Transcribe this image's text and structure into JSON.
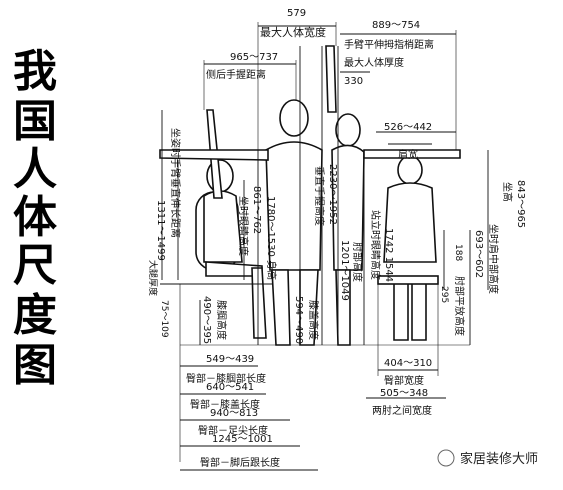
{
  "title": [
    "我",
    "国",
    "人",
    "体",
    "尺",
    "度",
    "图"
  ],
  "labels": {
    "max_body_width_value": "579",
    "max_body_width": "最大人体宽度",
    "side_arm_reach_value": "965～737",
    "side_arm_reach": "侧后手握距离",
    "arm_span_value": "889～754",
    "arm_span": "手臂平伸拇指梢距离",
    "max_body_thickness": "最大人体厚度",
    "thickness_value": "330",
    "shoulder_width_value": "526～442",
    "shoulder_width": "肩宽",
    "seated_reach_value": "1311～1499",
    "seated_reach": "坐姿时手臂垂直伸长距离",
    "seated_eye_value": "1780～1530 身高",
    "seated_eye_height": "坐时眼睛高度",
    "seated_eye_range": "861～762",
    "standing_reach_value": "2230～1952",
    "standing_reach": "垂直手握高度",
    "shoulder_height_value": "1201～1049",
    "shoulder_height": "肘部高度",
    "standing_eye_value": "1742 1544",
    "standing_eye": "站立时眼睛高度",
    "seated_shoulder_value": "693～602",
    "seated_shoulder": "坐时肩中部高度",
    "seated_height_value": "843～965",
    "seated_height": "坐高",
    "thigh_value": "188",
    "thigh_height": "肘部平放高度",
    "elbow_value": "295",
    "seat_height": "大腿厚度",
    "seat_height_value": "75～109",
    "knee_popliteal_value": "490～395",
    "knee_popliteal": "膝腘高度",
    "knee_value": "594～490",
    "knee_height": "膝盖高度",
    "hip_width_value": "404～310",
    "hip_width": "臀部宽度",
    "elbow_to_elbow_value": "505～348",
    "elbow_to_elbow": "两肘之间宽度",
    "buttock_popliteal_value": "549～439",
    "buttock_popliteal": "臀部－膝腘部长度",
    "buttock_knee_value": "640～541",
    "buttock_knee": "臀部－膝盖长度",
    "buttock_toe_value": "940～813",
    "buttock_toe": "臀部－足尖长度",
    "buttock_heel_value": "1245～1001",
    "buttock_heel": "臀部－脚后跟长度",
    "watermark": "家居装修大师"
  }
}
